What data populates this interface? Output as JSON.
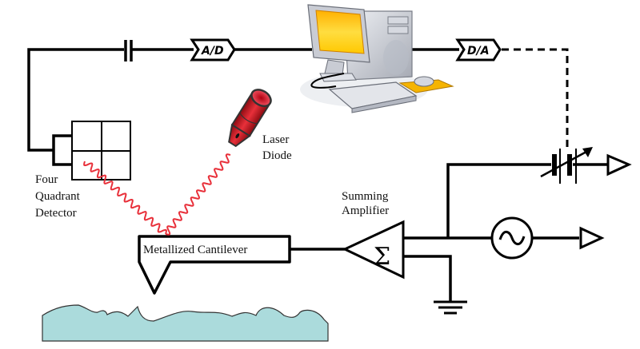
{
  "diagram": {
    "title": "Atomic force microscope feedback schematic",
    "labels": {
      "detector": [
        "Four",
        "Quadrant",
        "Detector"
      ],
      "laser": [
        "Laser",
        "Diode"
      ],
      "cantilever": "Metallized Cantilever",
      "amplifier": [
        "Summing",
        "Amplifier"
      ],
      "adc": "A/D",
      "dac": "D/A",
      "sigma": "Σ"
    },
    "components": [
      {
        "id": "four-quadrant-detector",
        "type": "photodetector"
      },
      {
        "id": "coupling-capacitor",
        "type": "capacitor"
      },
      {
        "id": "adc",
        "type": "converter",
        "label": "A/D"
      },
      {
        "id": "computer",
        "type": "computer"
      },
      {
        "id": "dac",
        "type": "converter",
        "label": "D/A"
      },
      {
        "id": "variable-dc-source",
        "type": "variable battery"
      },
      {
        "id": "ac-source",
        "type": "sine source"
      },
      {
        "id": "summing-amplifier",
        "type": "amplifier",
        "label": "Σ"
      },
      {
        "id": "ground",
        "type": "ground"
      },
      {
        "id": "laser-diode",
        "type": "laser"
      },
      {
        "id": "cantilever",
        "type": "cantilever"
      },
      {
        "id": "sample-surface",
        "type": "surface"
      }
    ],
    "colors": {
      "wire": "#000000",
      "laser_beam": "#e8303a",
      "laser_body": "#c8141e",
      "sample": "#abdbdc",
      "monitor_screen": "#ffc800",
      "mousepad": "#f5b400",
      "computer_gray": "#c8cbd2"
    }
  }
}
